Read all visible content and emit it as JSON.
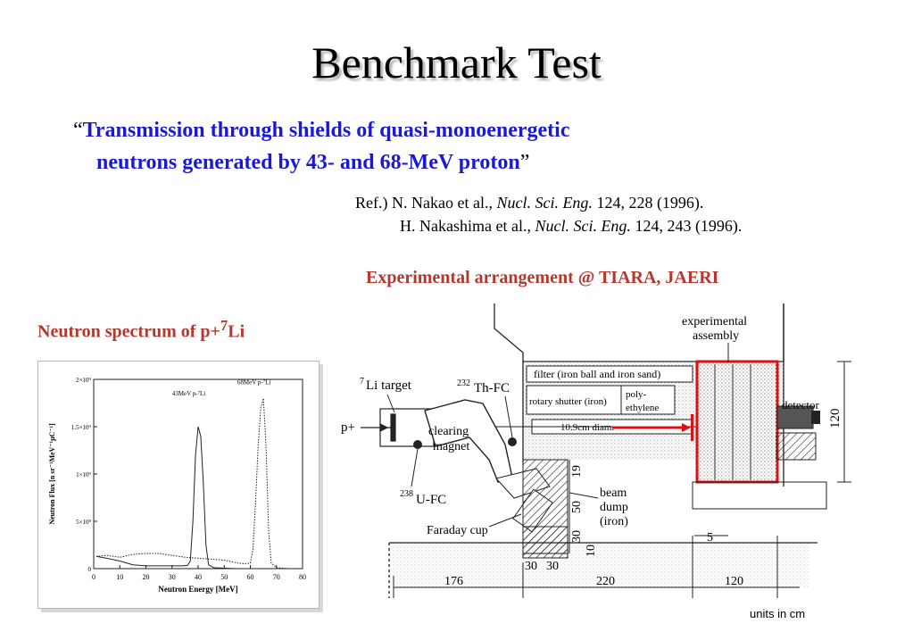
{
  "slide": {
    "title": "Benchmark Test",
    "quote_open": "“",
    "quote_line1": "Transmission through shields of quasi-monoenergetic",
    "quote_line2": "neutrons generated by 43- and 68-MeV proton",
    "quote_close": "”",
    "ref_line1_prefix": "Ref.) N. Nakao et al., ",
    "ref_line1_journal": "Nucl. Sci. Eng.",
    "ref_line1_suffix": " 124, 228 (1996).",
    "ref_line2_prefix": "H. Nakashima et al., ",
    "ref_line2_journal": "Nucl. Sci. Eng.",
    "ref_line2_suffix": " 124, 243 (1996).",
    "arrangement_caption": "Experimental arrangement @ TIARA, JAERI",
    "spectrum_caption_prefix": "Neutron spectrum of p+",
    "spectrum_caption_sup": "7",
    "spectrum_caption_suffix": "Li"
  },
  "chart_data": {
    "type": "line",
    "xlabel": "Neutron  Energy  [MeV]",
    "ylabel": "Neutron  Flux  [n  sr⁻¹MeV⁻¹μC⁻¹]",
    "xlim": [
      0,
      80
    ],
    "ylim": [
      0,
      2000000000
    ],
    "x_ticks": [
      "0",
      "10",
      "20",
      "30",
      "40",
      "50",
      "60",
      "70",
      "80"
    ],
    "y_ticks": [
      "0",
      "5×10⁸",
      "1×10⁹",
      "1.5×10⁹",
      "2×10⁹"
    ],
    "y_tick_values": [
      0,
      500000000,
      1000000000,
      1500000000,
      2000000000
    ],
    "series": [
      {
        "name": "43MeV  p-⁷Li",
        "style": "solid",
        "x": [
          1,
          5,
          10,
          15,
          20,
          25,
          30,
          34,
          36,
          37,
          38,
          39,
          40,
          41,
          42,
          43,
          44,
          46,
          50,
          55
        ],
        "y": [
          130000000,
          110000000,
          80000000,
          40000000,
          30000000,
          30000000,
          30000000,
          30000000,
          35000000,
          80000000,
          500000000,
          1200000000,
          1500000000,
          1400000000,
          900000000,
          250000000,
          40000000,
          10000000,
          5000000,
          0
        ]
      },
      {
        "name": "68MeV  p-⁷Li",
        "style": "dotted",
        "x": [
          1,
          5,
          10,
          15,
          20,
          25,
          30,
          35,
          40,
          45,
          50,
          55,
          58,
          60,
          61,
          62,
          63,
          64,
          65,
          66,
          67,
          68,
          70,
          75
        ],
        "y": [
          130000000,
          140000000,
          120000000,
          150000000,
          160000000,
          160000000,
          140000000,
          120000000,
          110000000,
          100000000,
          90000000,
          60000000,
          50000000,
          60000000,
          200000000,
          700000000,
          1300000000,
          1700000000,
          1800000000,
          1300000000,
          400000000,
          60000000,
          10000000,
          0
        ]
      }
    ]
  },
  "diagram": {
    "labels": {
      "li_target_pre": "7",
      "li_target": "Li target",
      "th_fc_pre": "232",
      "th_fc": "Th-FC",
      "u_fc_pre": "238",
      "u_fc": "U-FC",
      "p_plus": "p+",
      "clearing": "clearing",
      "magnet": "magnet",
      "faraday": "Faraday cup",
      "filter": "filter (iron ball and iron sand)",
      "shutter": "rotary shutter (iron)",
      "poly1": "poly-",
      "poly2": "ethylene",
      "diam": "10.9cm diam.",
      "exp1": "experimental",
      "exp2": "assembly",
      "detector": "detector",
      "beam1": "beam",
      "beam2": "dump",
      "beam3": "(iron)"
    },
    "dims": {
      "d120v": "120",
      "d19": "19",
      "d50": "50",
      "d30": "30",
      "d10": "10",
      "d5": "5",
      "d30a": "30",
      "d30b": "30",
      "d176": "176",
      "d220": "220",
      "d120h": "120"
    },
    "units": "units in cm"
  },
  "colors": {
    "quote_text": "#1a1ad6",
    "caption": "#b5382c",
    "highlight": "#e01010"
  }
}
